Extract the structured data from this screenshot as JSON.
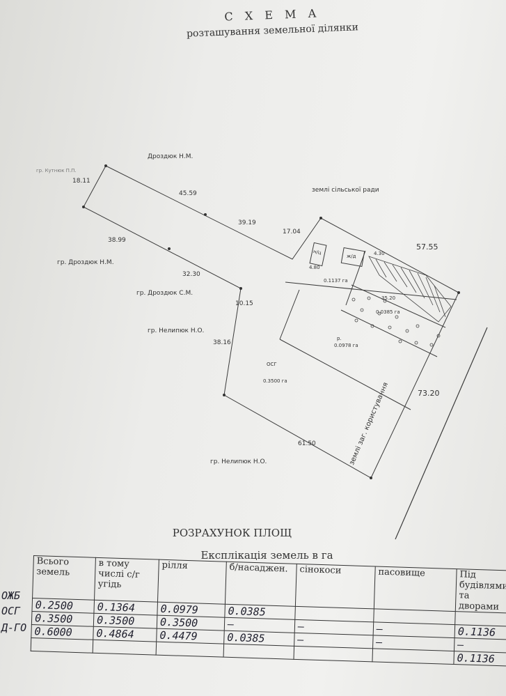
{
  "title": "С Х Е М А",
  "subtitle": "розташування земельної ділянки",
  "map": {
    "neighbors": {
      "n1": "Дроздюк Н.М.",
      "n2": "гр. Кутнюк П.П.",
      "n3": "гр. Дроздюк Н.М.",
      "n4": "гр. Дроздюк С.М.",
      "n5": "гр. Нелипюк Н.О.",
      "n6": "гр. Нелипюк Н.О.",
      "council": "землі сільської ради",
      "common": "землі заг. користування"
    },
    "dimensions": [
      "18.11",
      "45.59",
      "39.19",
      "17.04",
      "57.55",
      "38.99",
      "32.30",
      "10.15",
      "38.16",
      "61.50",
      "73.20",
      "4.30",
      "4.80",
      "35.20"
    ],
    "buildings": {
      "b1": "н/ц",
      "b2": "ж/д"
    },
    "parcels": {
      "p1": "0.1137 га",
      "p2": "0.0385 га",
      "p3_code": "р.",
      "p3": "0.0978 га",
      "p4_code": "ОСГ",
      "p4": "0.3500 га"
    }
  },
  "calc_title": "РОЗРАХУНОК ПЛОЩ",
  "table_title": "Експлікація земель в га",
  "table": {
    "headers": [
      "Всього земель",
      "в тому числі с/г угідь",
      "рілля",
      "б/насаджен.",
      "сінокоси",
      "пасовище",
      "Під будівлями та дворами"
    ],
    "row_labels": [
      "ОЖБ",
      "ОСГ",
      "Д-ГО"
    ],
    "rows": [
      [
        "0.2500",
        "0.1364",
        "0.0979",
        "0.0385",
        "",
        "",
        ""
      ],
      [
        "0.3500",
        "0.3500",
        "0.3500",
        "—",
        "—",
        "—",
        "0.1136"
      ],
      [
        "0.6000",
        "0.4864",
        "0.4479",
        "0.0385",
        "—",
        "—",
        "—"
      ],
      [
        "",
        "",
        "",
        "",
        "",
        "",
        "0.1136"
      ]
    ]
  }
}
